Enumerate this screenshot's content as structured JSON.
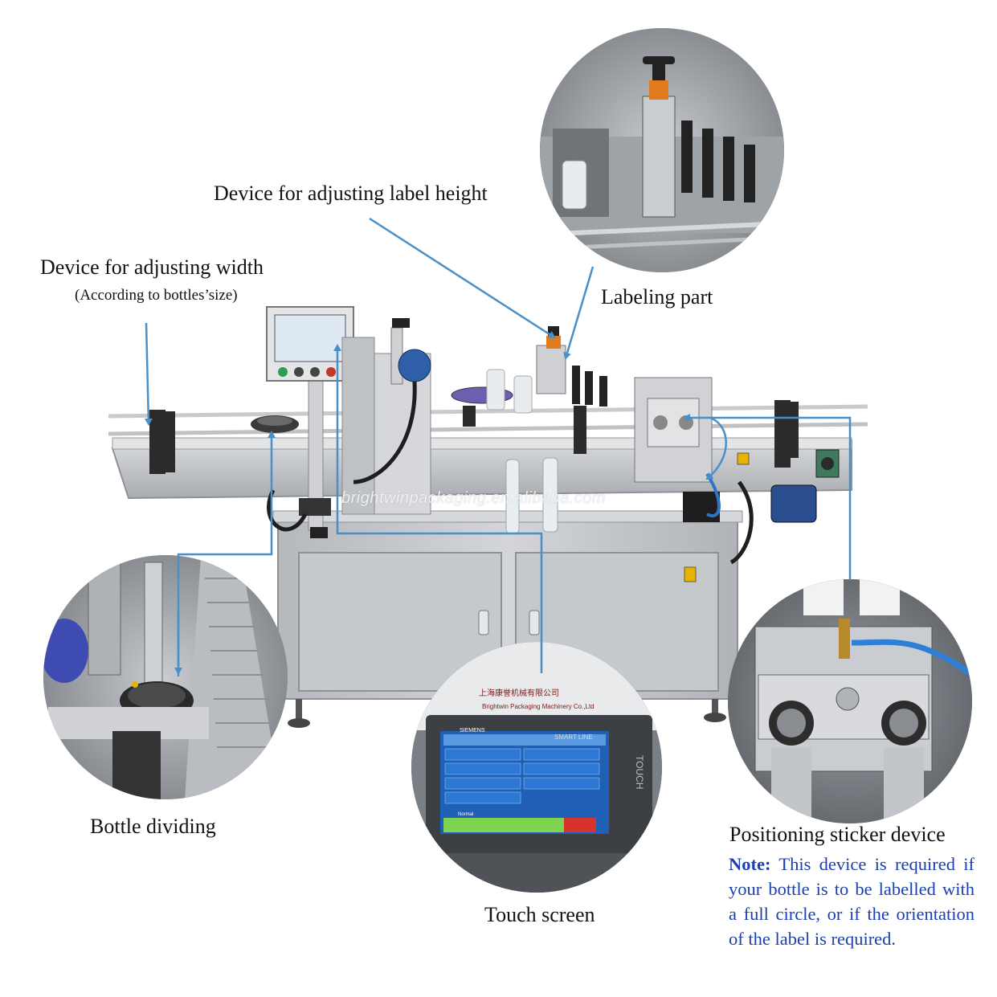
{
  "labels": {
    "label_height": "Device for adjusting label height",
    "width": "Device for adjusting width",
    "width_sub": "(According to bottles’size)",
    "labeling_part": "Labeling part",
    "bottle_dividing": "Bottle dividing",
    "touch_screen": "Touch screen",
    "positioning": "Positioning sticker device"
  },
  "note": {
    "prefix": "Note:",
    "text": " This device is required if your bottle is to be labelled with a full circle, or if the orientation of the label is required."
  },
  "watermark": "brightwinpackaging.en.alibaba.com",
  "touch_screen_panel": {
    "company_cn": "上海康誉机械有限公司",
    "company_en": "Brightwin Packaging Machinery Co.,Ltd",
    "brand": "SIEMENS",
    "line": "SMART LINE",
    "touch": "TOUCH",
    "status": "Normal"
  },
  "colors": {
    "arrow": "#4a90c8",
    "note_text": "#1a3fae",
    "machine_body": "#c4c6c9"
  }
}
